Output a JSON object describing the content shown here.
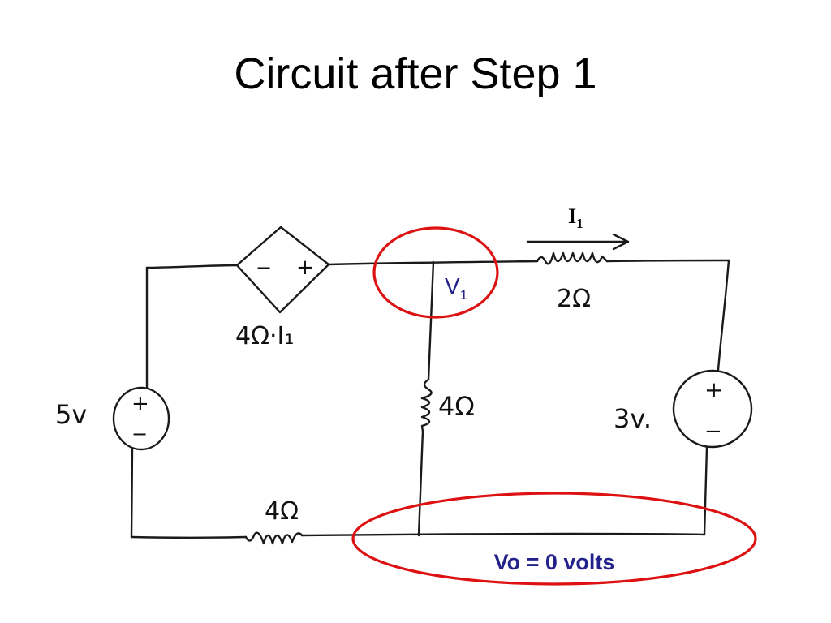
{
  "slide": {
    "title": "Circuit after Step 1"
  },
  "circuit": {
    "dependent_source": {
      "minus": "−",
      "plus": "+",
      "label": "4Ω·I₁"
    },
    "source_5v": {
      "label": "5v",
      "plus": "+",
      "minus": "−"
    },
    "source_3v": {
      "label": "3v.",
      "plus": "+",
      "minus": "−"
    },
    "resistor_top": {
      "label": "2Ω"
    },
    "resistor_middle": {
      "label": "4Ω"
    },
    "resistor_bottom": {
      "label": "4Ω"
    },
    "current": {
      "symbol": "I",
      "subscript": "1"
    },
    "node_v1": {
      "symbol": "V",
      "subscript": "1"
    },
    "ground_note": "Vo = 0 volts"
  },
  "colors": {
    "wire": "#1a1a1a",
    "highlight_ring": "#dd1111",
    "annotation_text": "#22228a"
  }
}
